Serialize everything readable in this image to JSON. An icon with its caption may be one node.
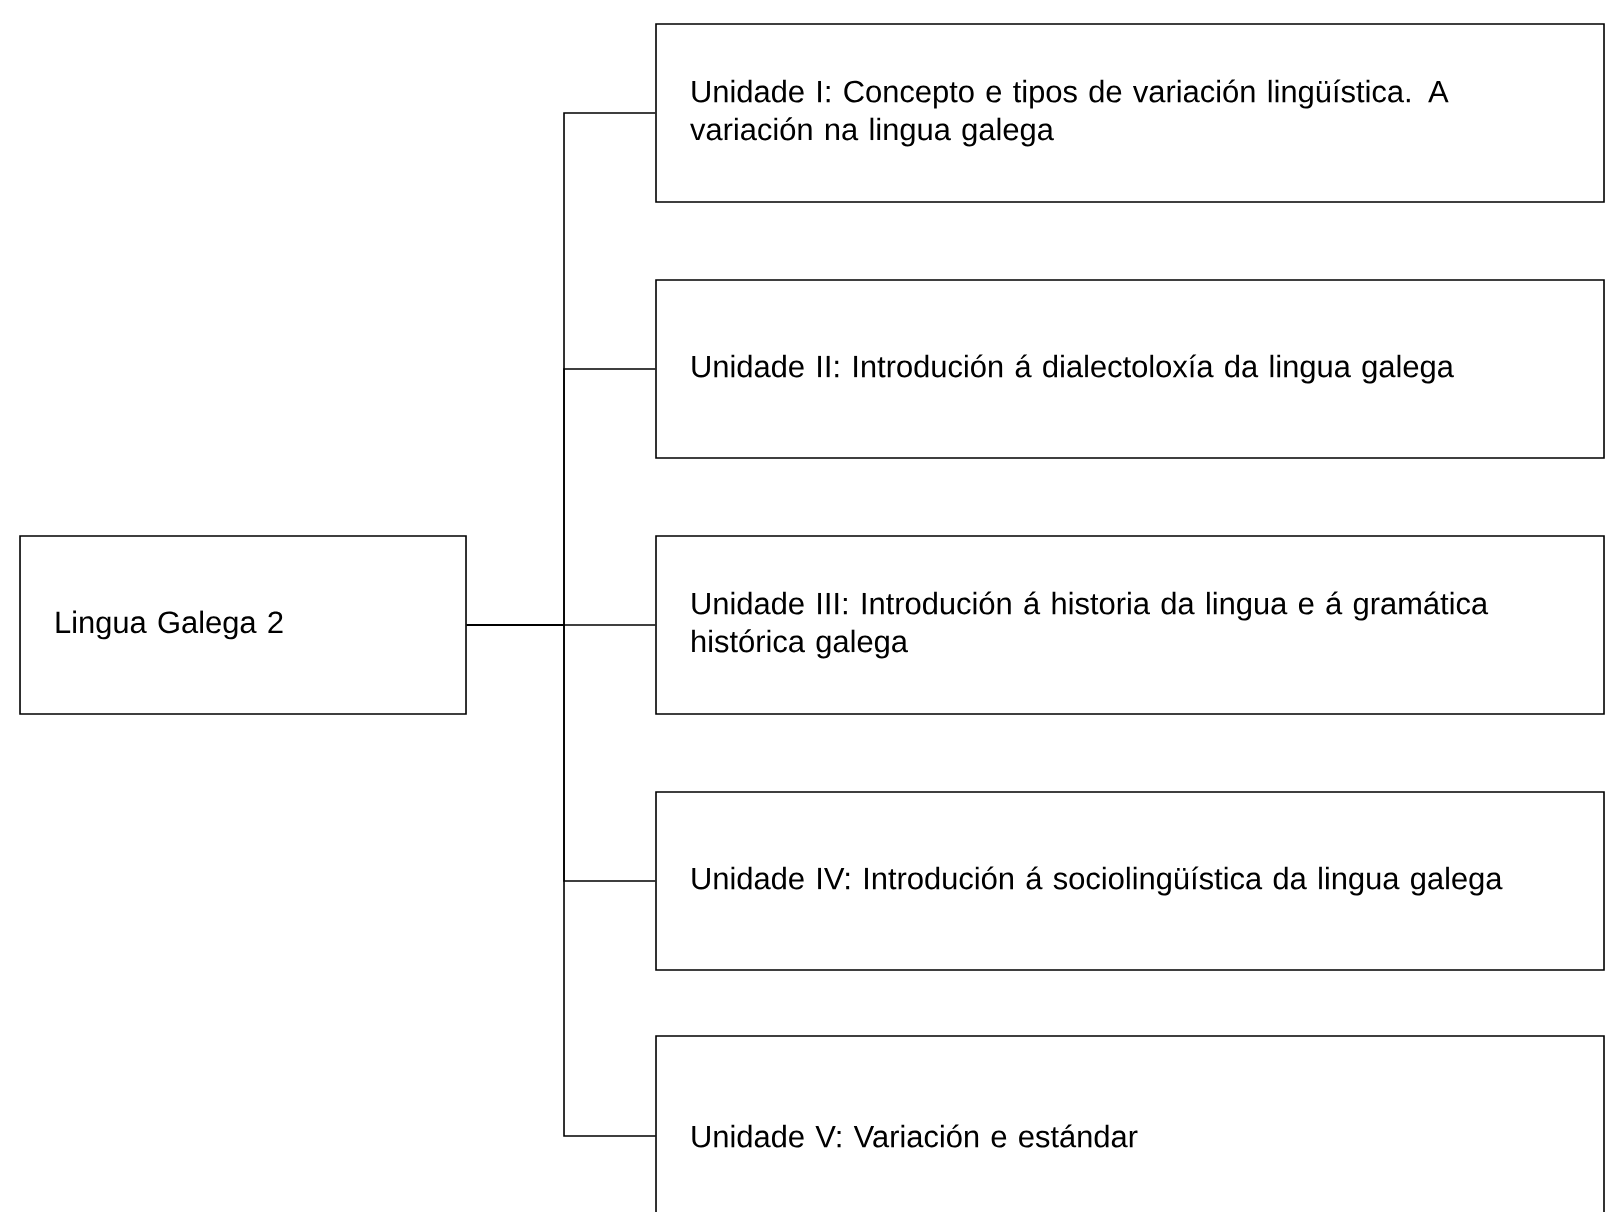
{
  "diagram": {
    "nodes": [
      {
        "text": [
          "Lingua Galega 2"
        ]
      },
      {
        "text": [
          "Unidade I: Concepto e tipos de variación lingüística. A variación na lingua galega"
        ]
      },
      {
        "text": [
          "Unidade II: Introdución á dialectoloxía da lingua galega"
        ]
      },
      {
        "text": [
          "Unidade III: Introdución á historia da lingua e á gramática histórica galega"
        ]
      },
      {
        "text": [
          "Unidade IV: Introdución á sociolingüística da lingua galega"
        ]
      },
      {
        "text": [
          "Unidade V: Variación e estándar"
        ]
      }
    ],
    "edges": [
      {
        "from": 0,
        "to": 1,
        "arrow": "none"
      },
      {
        "from": 0,
        "to": 2,
        "arrow": "none"
      },
      {
        "from": 0,
        "to": 3,
        "arrow": "none"
      },
      {
        "from": 0,
        "to": 4,
        "arrow": "none"
      },
      {
        "from": 0,
        "to": 5,
        "arrow": "none"
      }
    ]
  }
}
